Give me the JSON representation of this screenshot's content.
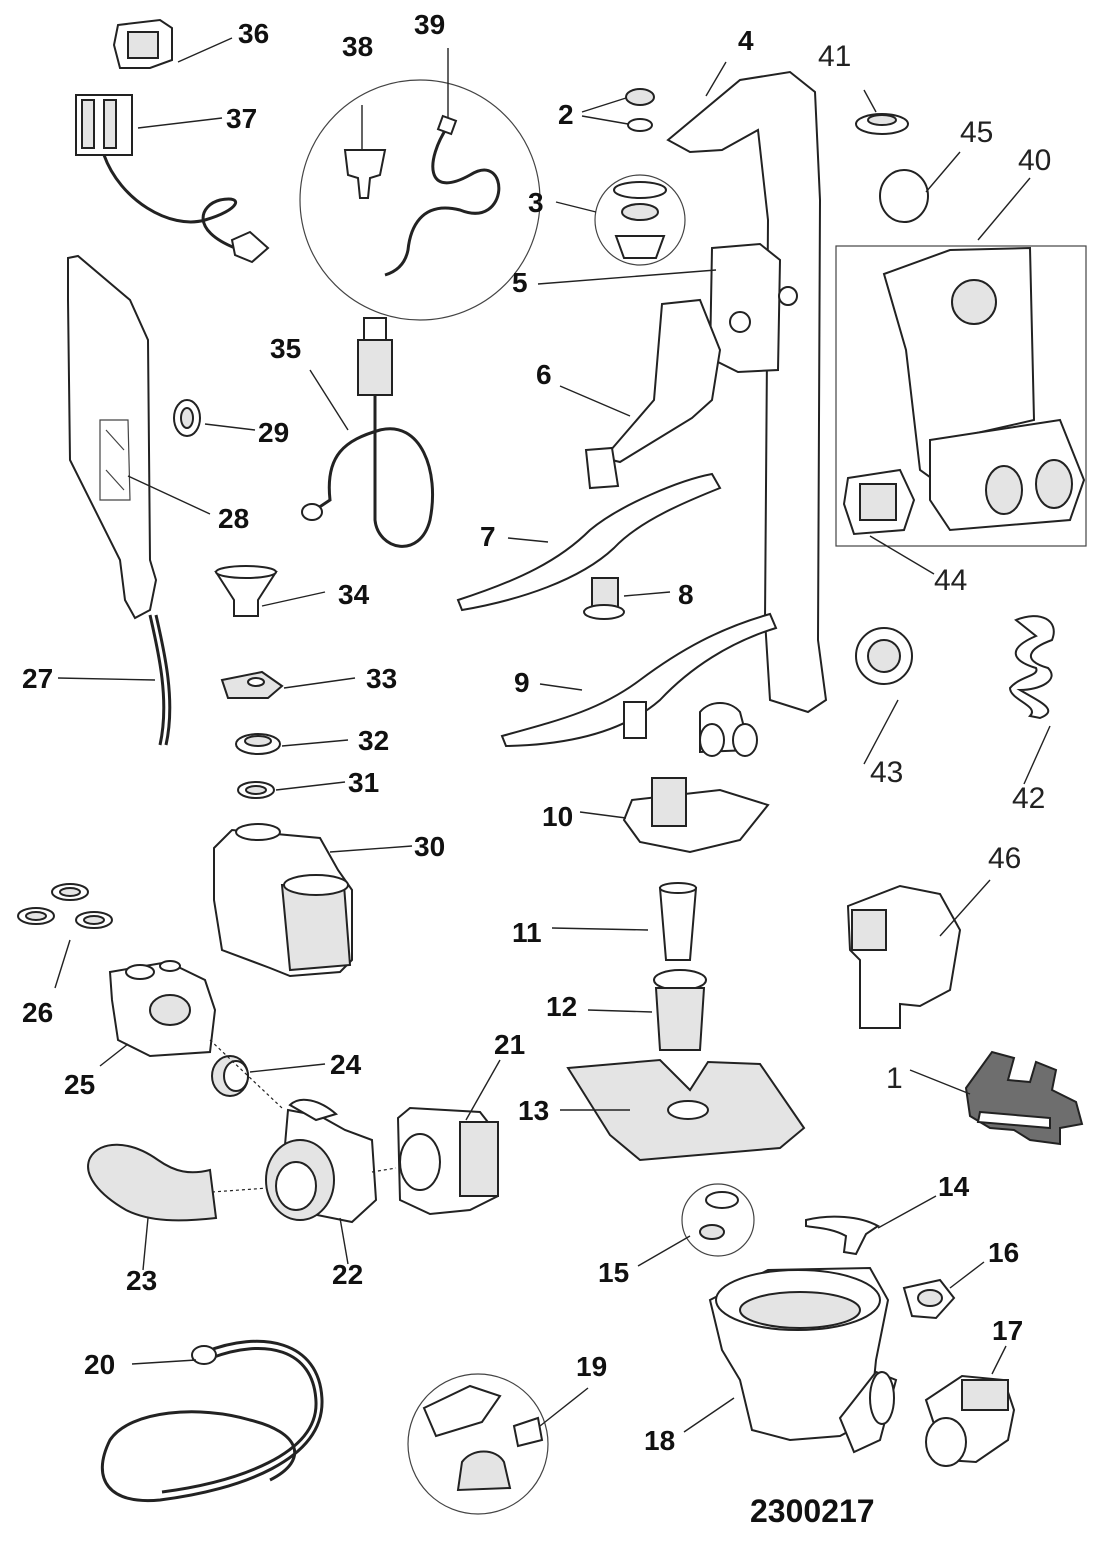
{
  "diagram": {
    "document_number": "2300217",
    "callouts": {
      "1": "1",
      "2": "2",
      "3": "3",
      "4": "4",
      "5": "5",
      "6": "6",
      "7": "7",
      "8": "8",
      "9": "9",
      "10": "10",
      "11": "11",
      "12": "12",
      "13": "13",
      "14": "14",
      "15": "15",
      "16": "16",
      "17": "17",
      "18": "18",
      "19": "19",
      "20": "20",
      "21": "21",
      "22": "22",
      "23": "23",
      "24": "24",
      "25": "25",
      "26": "26",
      "27": "27",
      "28": "28",
      "29": "29",
      "30": "30",
      "31": "31",
      "32": "32",
      "33": "33",
      "34": "34",
      "35": "35",
      "36": "36",
      "37": "37",
      "38": "38",
      "39": "39",
      "40": "40",
      "41": "41",
      "42": "42",
      "43": "43",
      "44": "44",
      "45": "45",
      "46": "46"
    },
    "colors": {
      "line": "#222222",
      "background": "#ffffff",
      "shade": "#e4e4e4"
    }
  }
}
